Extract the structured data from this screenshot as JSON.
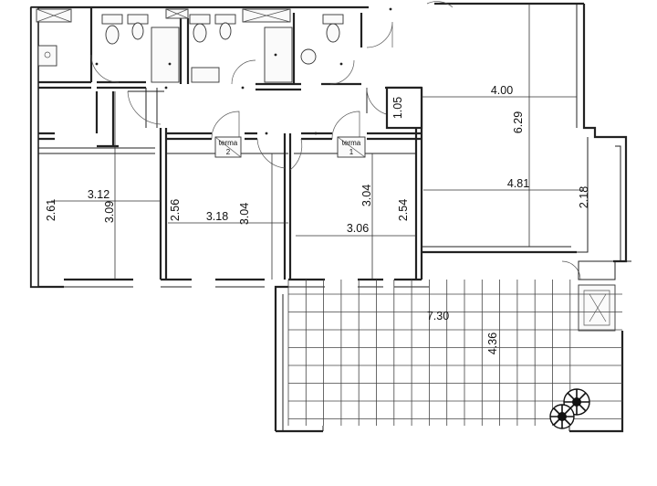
{
  "dimensions": {
    "room_left_width": "3.12",
    "room_left_depth": "3.09",
    "room_left_side": "2.61",
    "room_mid_width": "3.18",
    "room_mid_depth": "3.04",
    "room_mid_side": "2.56",
    "room_right_depth": "3.04",
    "room_right_width": "3.06",
    "room_right_side": "2.54",
    "living_top_width": "4.00",
    "living_depth": "6.29",
    "living_width": "4.81",
    "living_side": "2.18",
    "closet": "1.05",
    "terrace_width": "7.30",
    "terrace_depth": "4.36"
  },
  "tags": {
    "terma_2_word": "terma",
    "terma_2_num": "2",
    "terma_1_word": "terma",
    "terma_1_num": "1"
  }
}
